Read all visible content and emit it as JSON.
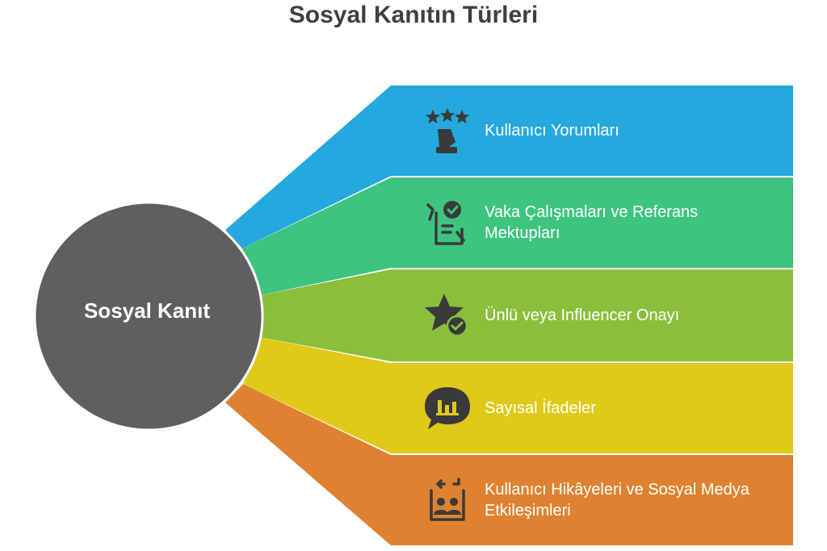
{
  "title": "Sosyal Kanıtın Türleri",
  "center": {
    "label": "Sosyal Kanıt",
    "color": "#5f5f5f"
  },
  "items": [
    {
      "label": "Kullanıcı Yorumları",
      "color": "#24a8dd",
      "icon": "stars-review-icon"
    },
    {
      "label": "Vaka Çalışmaları ve Referans Mektupları",
      "color": "#3dc47f",
      "icon": "checklist-document-icon"
    },
    {
      "label": "Ünlü veya Influencer Onayı",
      "color": "#8abf3c",
      "icon": "star-check-icon"
    },
    {
      "label": "Sayısal İfadeler",
      "color": "#dfc919",
      "icon": "bar-chart-bubble-icon"
    },
    {
      "label": "Kullanıcı Hikâyeleri ve Sosyal Medya Etkileşimleri",
      "color": "#de8231",
      "icon": "user-stories-icon"
    }
  ]
}
